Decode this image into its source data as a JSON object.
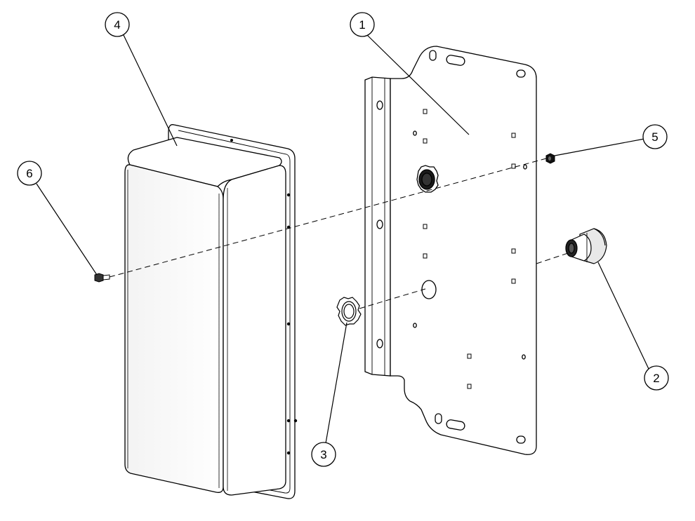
{
  "diagram": {
    "kind": "exploded assembly drawing",
    "line_color": "#000000",
    "background": "#ffffff",
    "callouts": [
      {
        "id": "1",
        "label": "1"
      },
      {
        "id": "2",
        "label": "2"
      },
      {
        "id": "3",
        "label": "3"
      },
      {
        "id": "4",
        "label": "4"
      },
      {
        "id": "5",
        "label": "5"
      },
      {
        "id": "6",
        "label": "6"
      }
    ]
  }
}
